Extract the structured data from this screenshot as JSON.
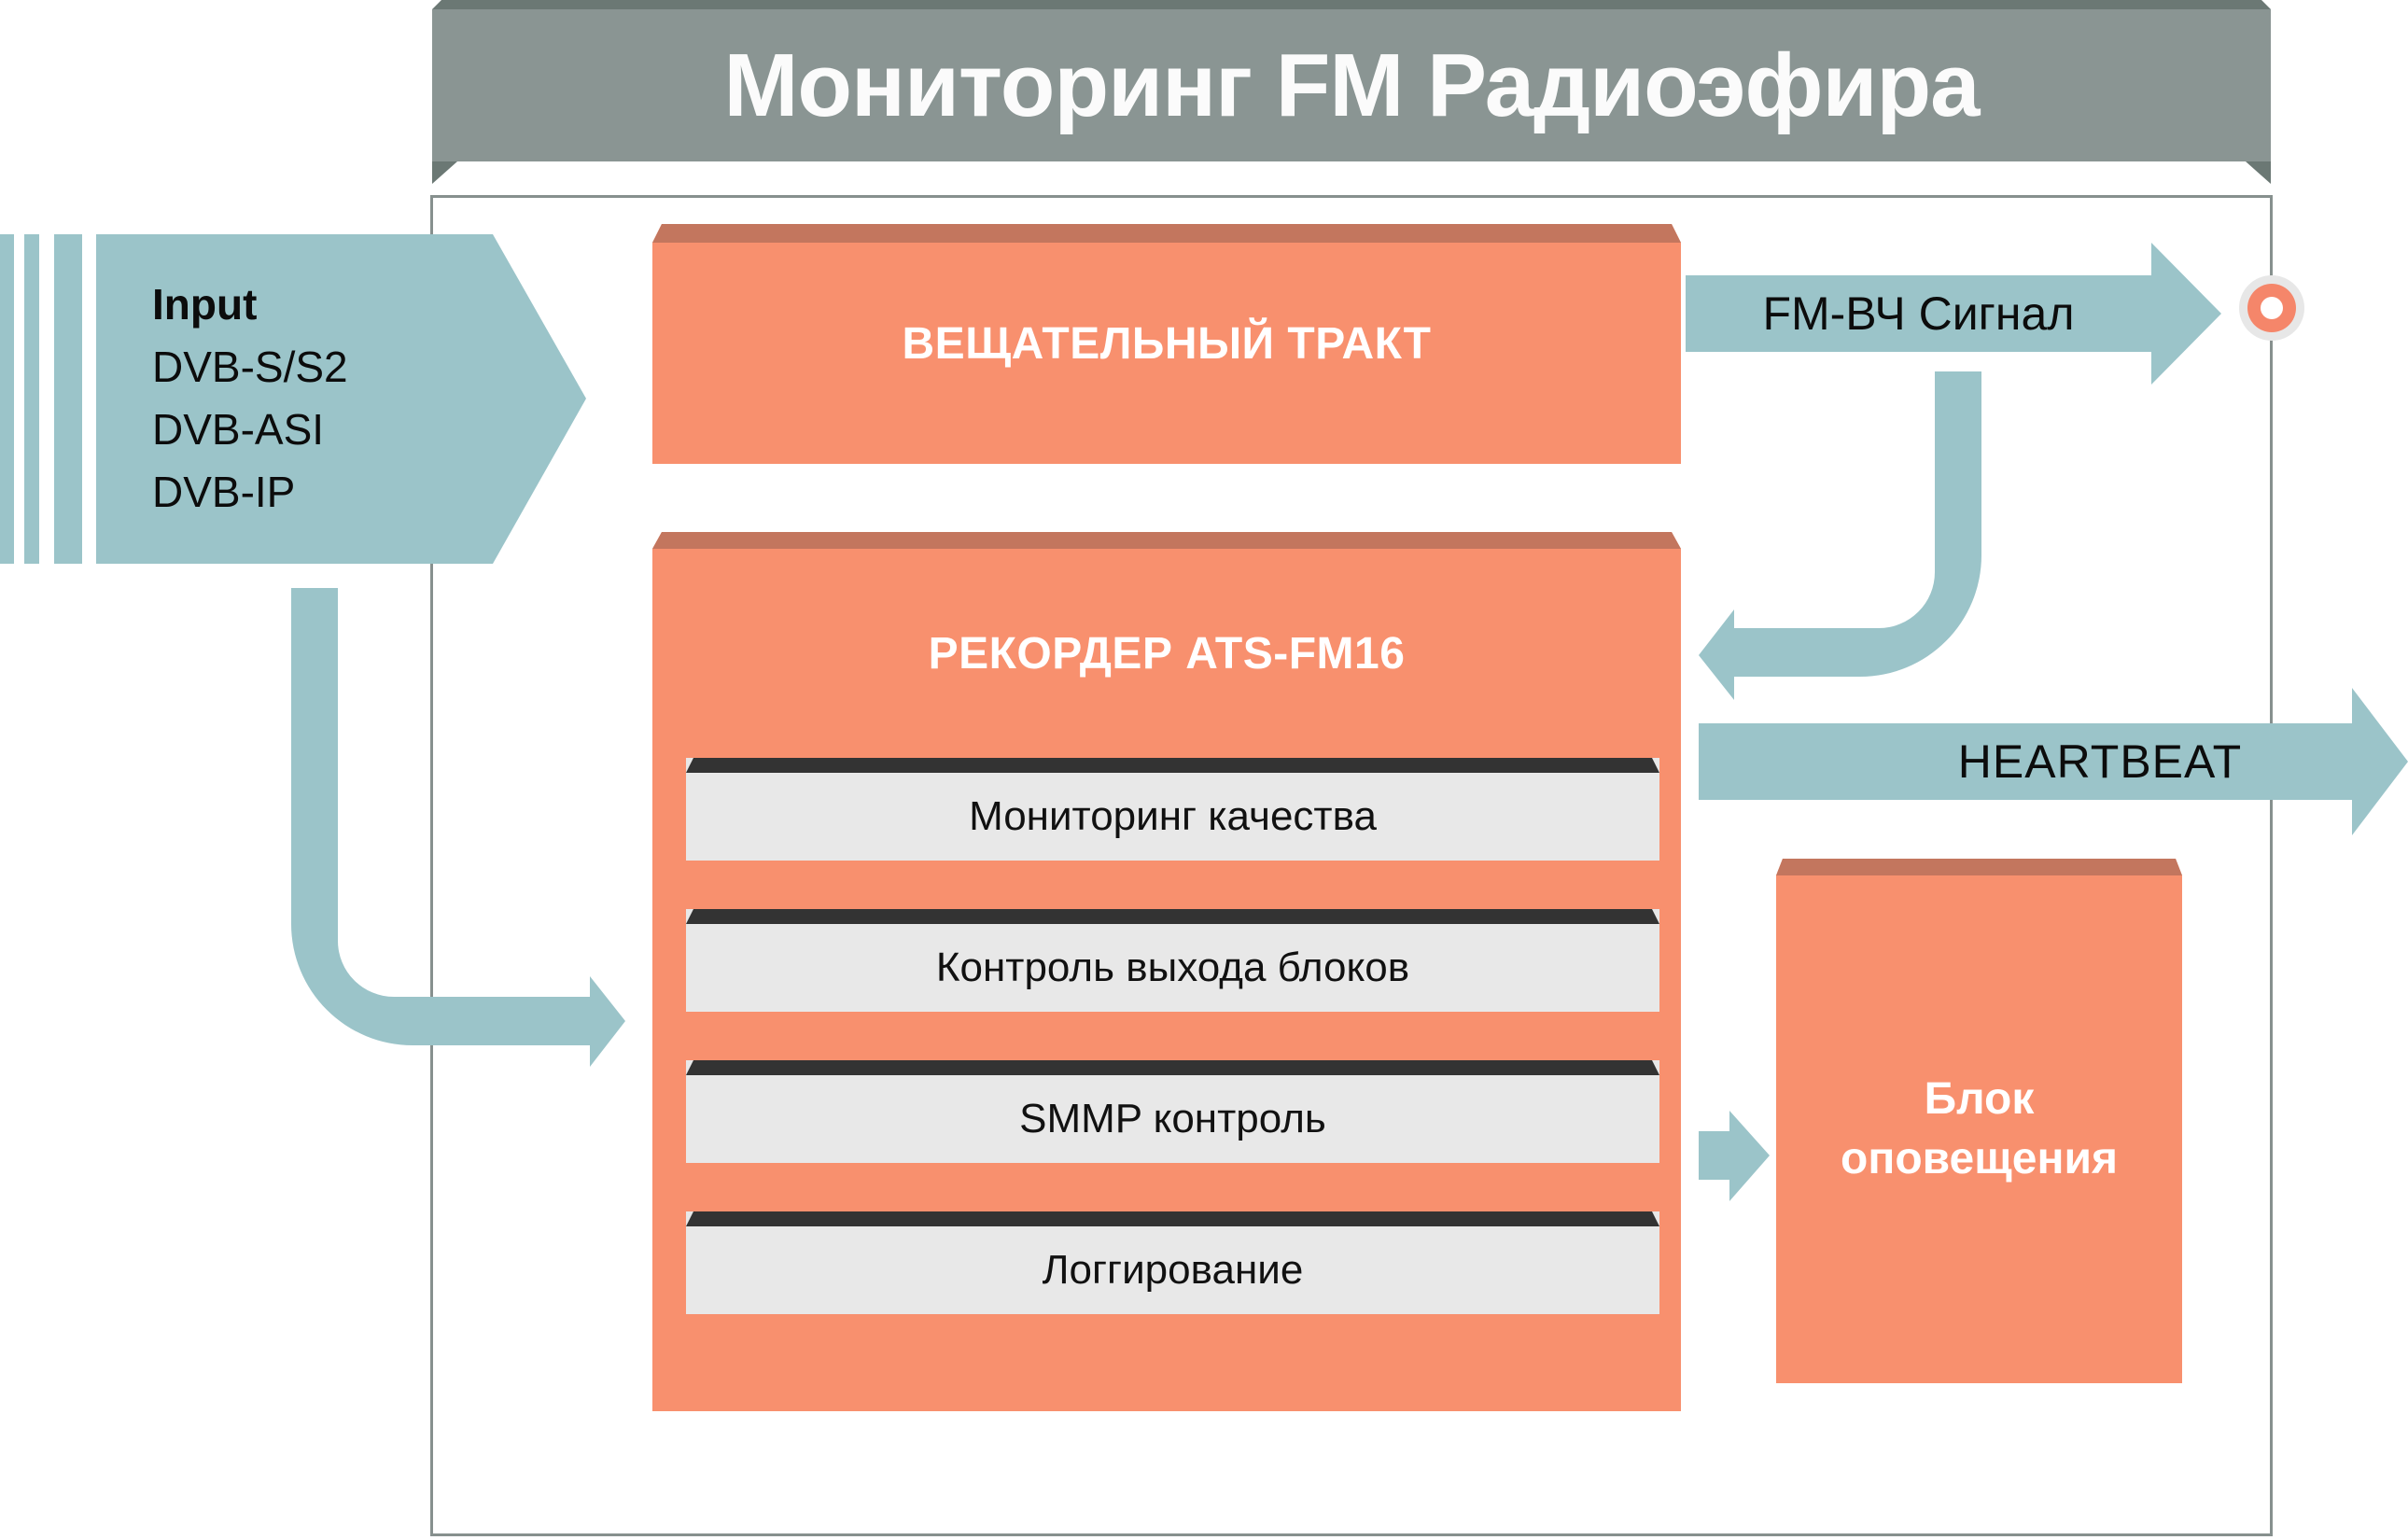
{
  "header": {
    "title": "Мониторинг FM Радиоэфира"
  },
  "input_arrow": {
    "lines": [
      "Input",
      "DVB-S/S2",
      "DVB-ASI",
      "DVB-IP"
    ]
  },
  "broadcast_box": {
    "label": "ВЕЩАТЕЛЬНЫЙ ТРАКТ"
  },
  "arrows": {
    "fm_signal": "FM-ВЧ Сигнал",
    "heartbeat": "HEARTBEAT"
  },
  "recorder_box": {
    "label": "РЕКОРДЕР ATS-FM16",
    "modules": [
      "Мониторинг качества",
      "Контроль выхода блоков",
      "SMMP контроль",
      "Логгирование"
    ]
  },
  "alert_box": {
    "lines": [
      "Блок",
      "оповещения"
    ]
  },
  "colors": {
    "teal": "#9BC4C9",
    "salmon": "#F8906E",
    "salmon-dark": "#C3765E",
    "header-gray": "#8A9593",
    "header-dark": "#6B7874",
    "panel-gray": "#E8E8E8",
    "bar-dark": "#333333",
    "frame-border": "#87908E",
    "ring-orange": "#F5866A",
    "ring-gray": "#E7E7E7"
  }
}
